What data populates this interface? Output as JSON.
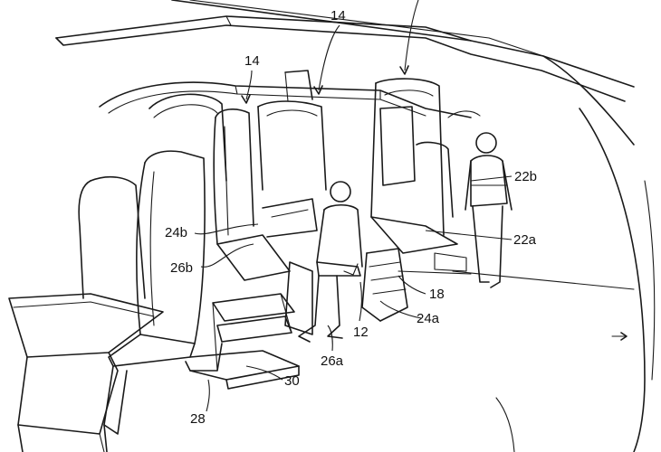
{
  "figure": {
    "reference_numerals": {
      "upper_seat_row_top": "14",
      "upper_seat_row_left": "14",
      "rear_passenger": "22b",
      "front_passenger": "22a",
      "upper_seat_back": "24b",
      "upper_seat_base": "26b",
      "stair_step": "18",
      "lower_seat_back": "24a",
      "lower_seat_front": "12",
      "lower_seat_base": "26a",
      "step_platform": "30",
      "seat_support": "28"
    }
  }
}
